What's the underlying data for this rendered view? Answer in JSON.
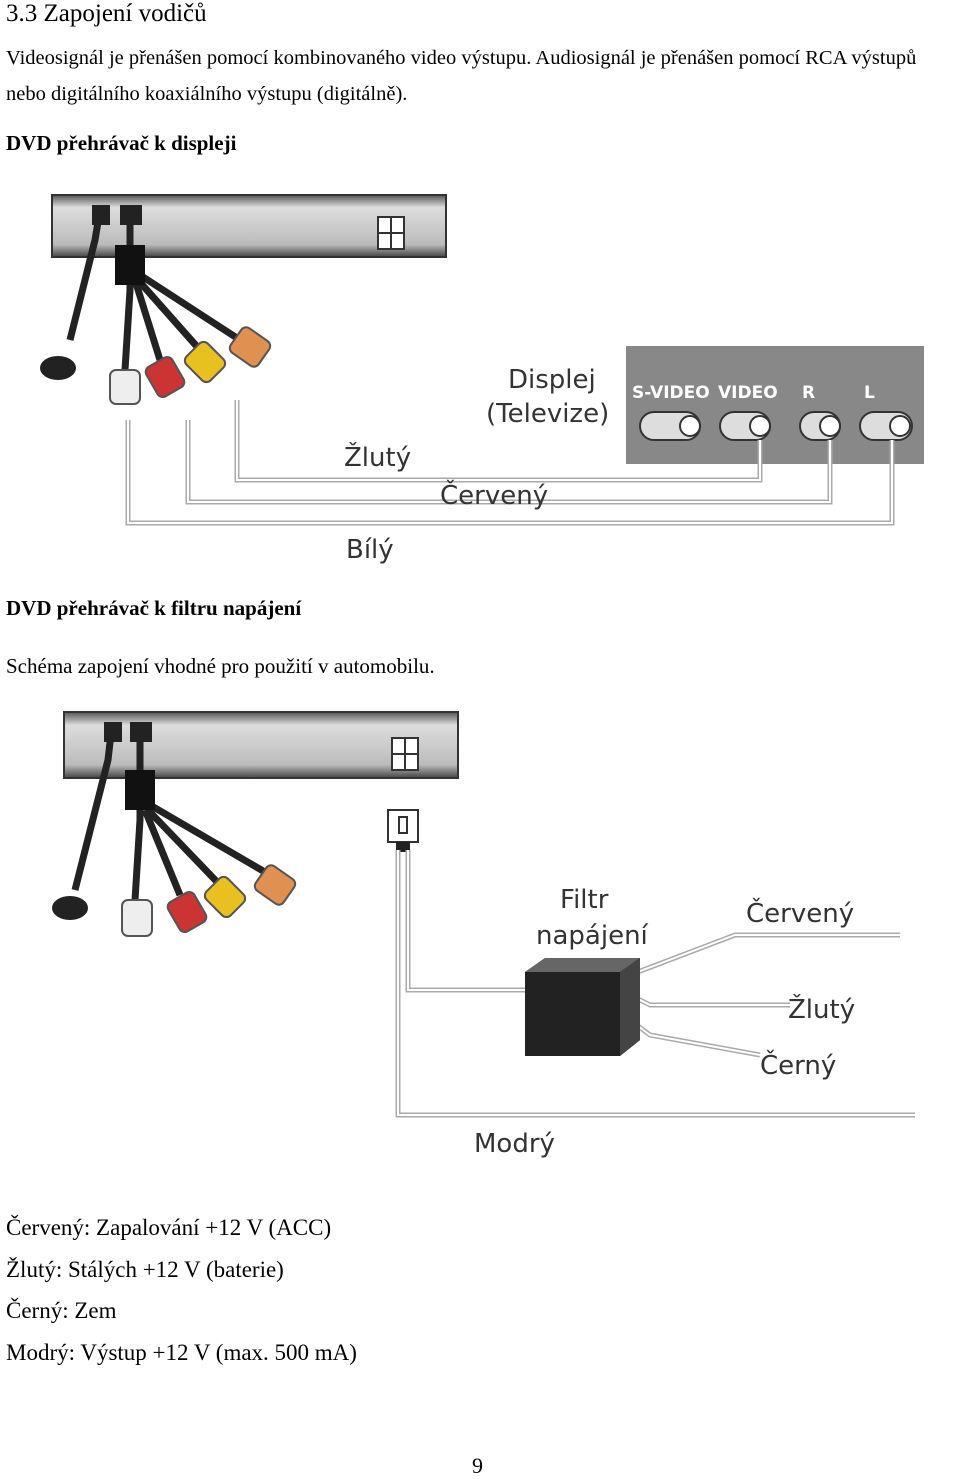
{
  "heading": "3.3 Zapojení vodičů",
  "intro": "Videosignál je přenášen pomocí kombinovaného video výstupu. Audiosignál je přenášen pomocí RCA výstupů nebo digitálního koaxiálního výstupu (digitálně).",
  "section1": {
    "title": "DVD přehrávač k displeji",
    "diagram": {
      "display_label_1": "Displej",
      "display_label_2": "(Televize)",
      "ports": [
        "S-VIDEO",
        "VIDEO",
        "R",
        "L"
      ],
      "wire_yellow": "Žlutý",
      "wire_red": "Červený",
      "wire_white": "Bílý"
    }
  },
  "section2": {
    "title": "DVD přehrávač k filtru napájení",
    "subtitle": "Schéma zapojení vhodné pro použití v automobilu.",
    "diagram": {
      "filter_label_1": "Filtr",
      "filter_label_2": "napájení",
      "wire_red": "Červený",
      "wire_yellow": "Žlutý",
      "wire_black": "Černý",
      "wire_blue": "Modrý"
    }
  },
  "legend": [
    "Červený: Zapalování +12 V (ACC)",
    "Žlutý: Stálých +12 V (baterie)",
    "Černý: Zem",
    "Modrý: Výstup +12 V (max. 500 mA)"
  ],
  "page_number": "9"
}
